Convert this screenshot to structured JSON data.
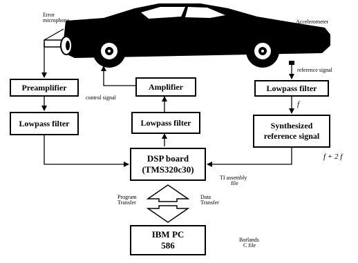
{
  "labels": {
    "error_mic_line1": "Error",
    "error_mic_line2": "microphone",
    "accelerometer": "Accelerometer",
    "reference_signal": "reference signal",
    "control_signal": "control signal",
    "f": "f",
    "f2f": "f + 2 f",
    "ti_line1": "TI assembly",
    "ti_line2": "file",
    "program_line1": "Program",
    "program_line2": "Transfer",
    "data_line1": "Data",
    "data_line2": "Transfer",
    "borland_line1": "Borlands",
    "borland_line2": "C file"
  },
  "boxes": {
    "preamplifier": "Preamplifier",
    "lowpass_left": "Lowpass filter",
    "amplifier": "Amplifier",
    "lowpass_mid": "Lowpass filter",
    "lowpass_right": "Lowpass filter",
    "synth_line1": "Synthesized",
    "synth_line2": "reference signal",
    "dsp_line1": "DSP board",
    "dsp_line2": "(TMS320c30)",
    "pc_line1": "IBM PC",
    "pc_line2": "586"
  }
}
